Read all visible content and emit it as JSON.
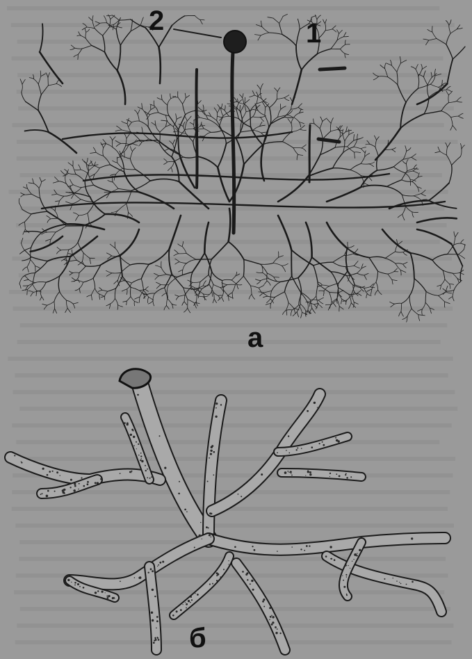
{
  "figure": {
    "part_a": {
      "label": "а",
      "callouts": [
        {
          "number": "1"
        },
        {
          "number": "2"
        }
      ]
    },
    "part_b": {
      "label": "б"
    }
  },
  "colors": {
    "background": "#9a9a9a",
    "ink": "#1a1a1a",
    "text_ghost": "#8a8a8a"
  },
  "icons": [
    "mycelium-network-illustration",
    "branched-hypha-illustration",
    "spore-sphere-icon"
  ]
}
